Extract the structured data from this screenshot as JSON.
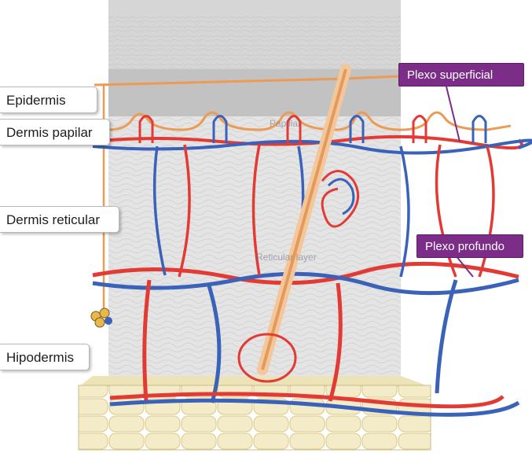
{
  "layers": {
    "epidermis": "Epidermis",
    "papillary_dermis": "Dermis papilar",
    "reticular_dermis": "Dermis reticular",
    "hypodermis": "Hipodermis"
  },
  "plexus": {
    "superficial": "Plexo superficial",
    "deep": "Plexo profundo"
  },
  "faint_labels": {
    "papillary": "Papillar",
    "reticular": "Reticular layer"
  },
  "colors": {
    "artery": "#e23a34",
    "vein": "#3a62b8",
    "nerve": "#e8974a",
    "plexus_label_bg": "#7b2d87",
    "fat_tissue": "#f1e8c2"
  }
}
